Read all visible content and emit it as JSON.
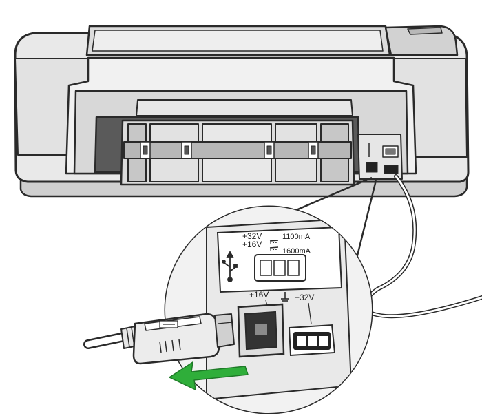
{
  "labels": {
    "voltage_32": "+32V",
    "current_1100": "1100mA",
    "voltage_16": "+16V",
    "current_1600": "1600mA",
    "port_16v": "+16V",
    "port_32v": "+32V"
  },
  "icons": {
    "usb_symbol": "usb-icon",
    "ground_symbol": "ground-icon",
    "pull_arrow": "arrow-left-icon"
  },
  "colors": {
    "arrow": "#2fae3a",
    "printer_body": "#e6e6e6",
    "outline": "#2a2a2a"
  }
}
